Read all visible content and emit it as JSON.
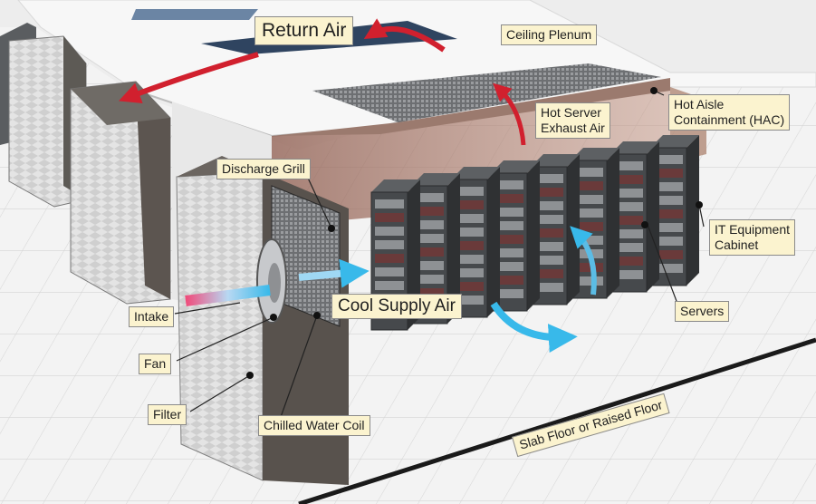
{
  "labels": {
    "return_air": "Return Air",
    "ceiling_plenum": "Ceiling Plenum",
    "hot_server_exhaust": [
      "Hot Server",
      "Exhaust Air"
    ],
    "hot_aisle_containment": [
      "Hot Aisle",
      "Containment (HAC)"
    ],
    "discharge_grill": "Discharge Grill",
    "it_equipment_cabinet": [
      "IT Equipment",
      "Cabinet"
    ],
    "cool_supply_air": "Cool Supply Air",
    "intake": "Intake",
    "fan": "Fan",
    "filter": "Filter",
    "servers": "Servers",
    "chilled_water_coil": "Chilled Water Coil",
    "floor": "Slab Floor or Raised Floor"
  },
  "colors": {
    "hot_air": "#d1202e",
    "cool_air": "#38b9ea",
    "callout_bg": "#fbf3cf",
    "cabinet": "#4a4d50",
    "ceiling": "#f4f4f4",
    "floor": "#f2f2f2",
    "containment": "#b07868"
  },
  "cabinet_count": 8
}
